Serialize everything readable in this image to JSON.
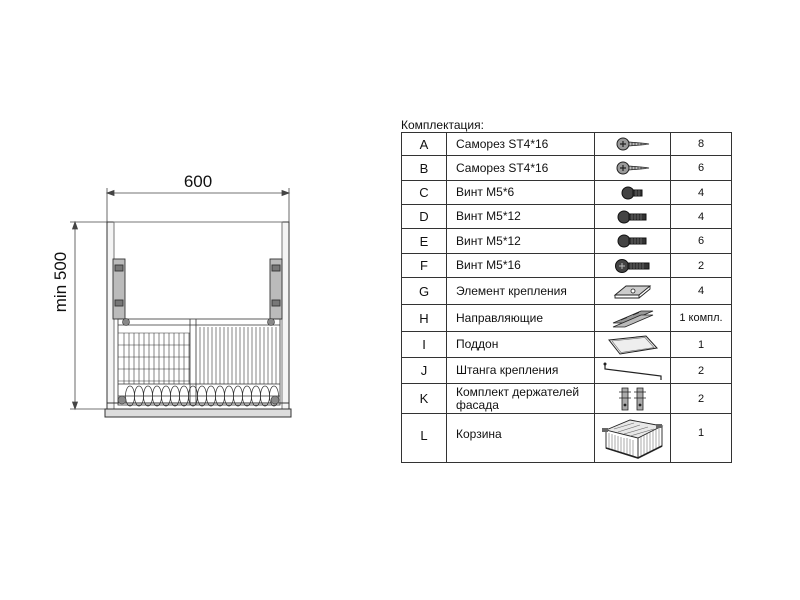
{
  "dimensions": {
    "width": "600",
    "height": "min 500"
  },
  "kit": {
    "caption": "Комплектация:",
    "items": [
      {
        "letter": "A",
        "name": "Саморез ST4*16",
        "qty": "8",
        "icon": "screw-st4-icon"
      },
      {
        "letter": "B",
        "name": "Саморез ST4*16",
        "qty": "6",
        "icon": "screw-st4-icon"
      },
      {
        "letter": "C",
        "name": "Винт М5*6",
        "qty": "4",
        "icon": "bolt-m5-short-icon"
      },
      {
        "letter": "D",
        "name": "Винт М5*12",
        "qty": "4",
        "icon": "bolt-m5-icon"
      },
      {
        "letter": "E",
        "name": "Винт М5*12",
        "qty": "6",
        "icon": "bolt-m5-icon"
      },
      {
        "letter": "F",
        "name": "Винт М5*16",
        "qty": "2",
        "icon": "bolt-m5-long-icon"
      },
      {
        "letter": "G",
        "name": "Элемент крепления",
        "qty": "4",
        "icon": "mounting-clip-icon"
      },
      {
        "letter": "H",
        "name": "Направляющие",
        "qty": "1 компл.",
        "icon": "guide-rail-icon"
      },
      {
        "letter": "I",
        "name": "Поддон",
        "qty": "1",
        "icon": "tray-icon"
      },
      {
        "letter": "J",
        "name": "Штанга крепления",
        "qty": "2",
        "icon": "mounting-rod-icon"
      },
      {
        "letter": "K",
        "name": "Комплект держателей фасада",
        "qty": "2",
        "icon": "facade-holder-icon"
      },
      {
        "letter": "L",
        "name": "Корзина",
        "qty": "1",
        "icon": "basket-icon"
      }
    ]
  }
}
